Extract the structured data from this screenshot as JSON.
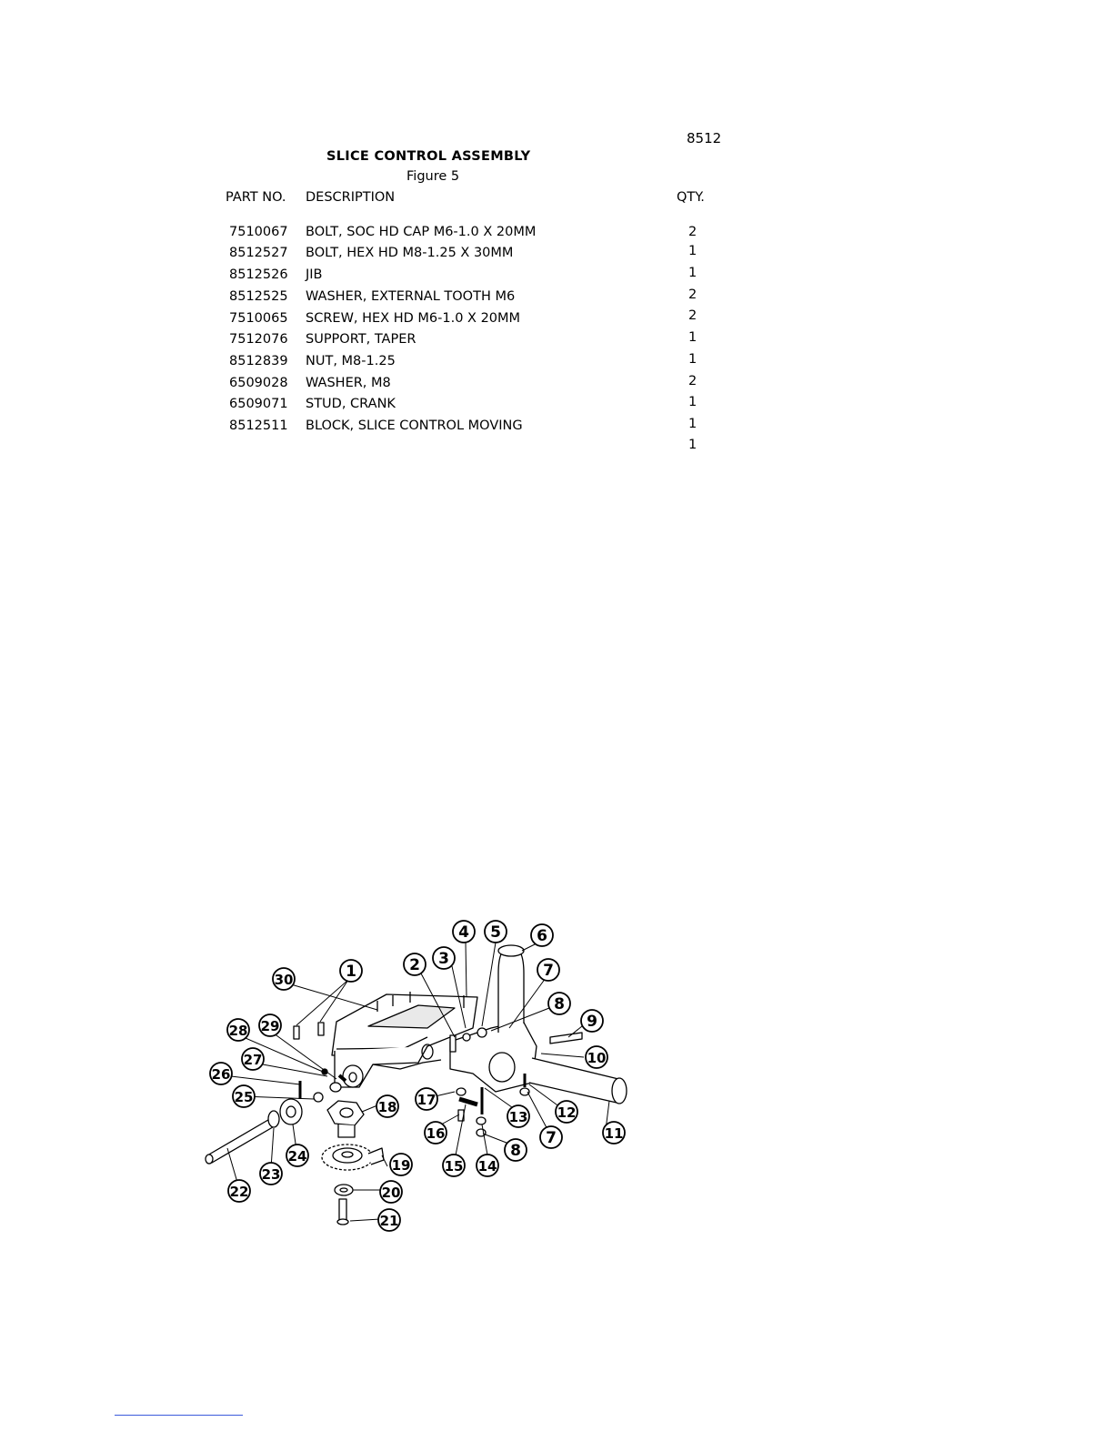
{
  "model": "8512",
  "title": "SLICE CONTROL ASSEMBLY",
  "figure": "Figure 5",
  "headers": {
    "part_no": "PART NO.",
    "description": "DESCRIPTION",
    "qty": "QTY."
  },
  "parts": [
    {
      "part_no": "7510067",
      "description": "BOLT, SOC HD CAP M6-1.0 X 20MM"
    },
    {
      "part_no": "8512527",
      "description": "BOLT, HEX HD M8-1.25 X 30MM"
    },
    {
      "part_no": "8512526",
      "description": "JIB"
    },
    {
      "part_no": "8512525",
      "description": "WASHER, EXTERNAL TOOTH M6"
    },
    {
      "part_no": "7510065",
      "description": "SCREW, HEX HD M6-1.0 X 20MM"
    },
    {
      "part_no": "7512076",
      "description": "SUPPORT, TAPER"
    },
    {
      "part_no": "8512839",
      "description": "NUT, M8-1.25"
    },
    {
      "part_no": "6509028",
      "description": "WASHER, M8"
    },
    {
      "part_no": "6509071",
      "description": "STUD, CRANK"
    },
    {
      "part_no": "8512511",
      "description": "BLOCK, SLICE CONTROL MOVING"
    }
  ],
  "quantities": [
    "2",
    "1",
    "1",
    "2",
    "2",
    "1",
    "1",
    "2",
    "1",
    "1",
    "1"
  ],
  "callouts": [
    "1",
    "2",
    "3",
    "4",
    "5",
    "6",
    "7",
    "8",
    "9",
    "10",
    "11",
    "12",
    "7",
    "8",
    "13",
    "14",
    "15",
    "16",
    "17",
    "18",
    "19",
    "20",
    "21",
    "22",
    "23",
    "24",
    "25",
    "26",
    "27",
    "28",
    "29",
    "30"
  ]
}
